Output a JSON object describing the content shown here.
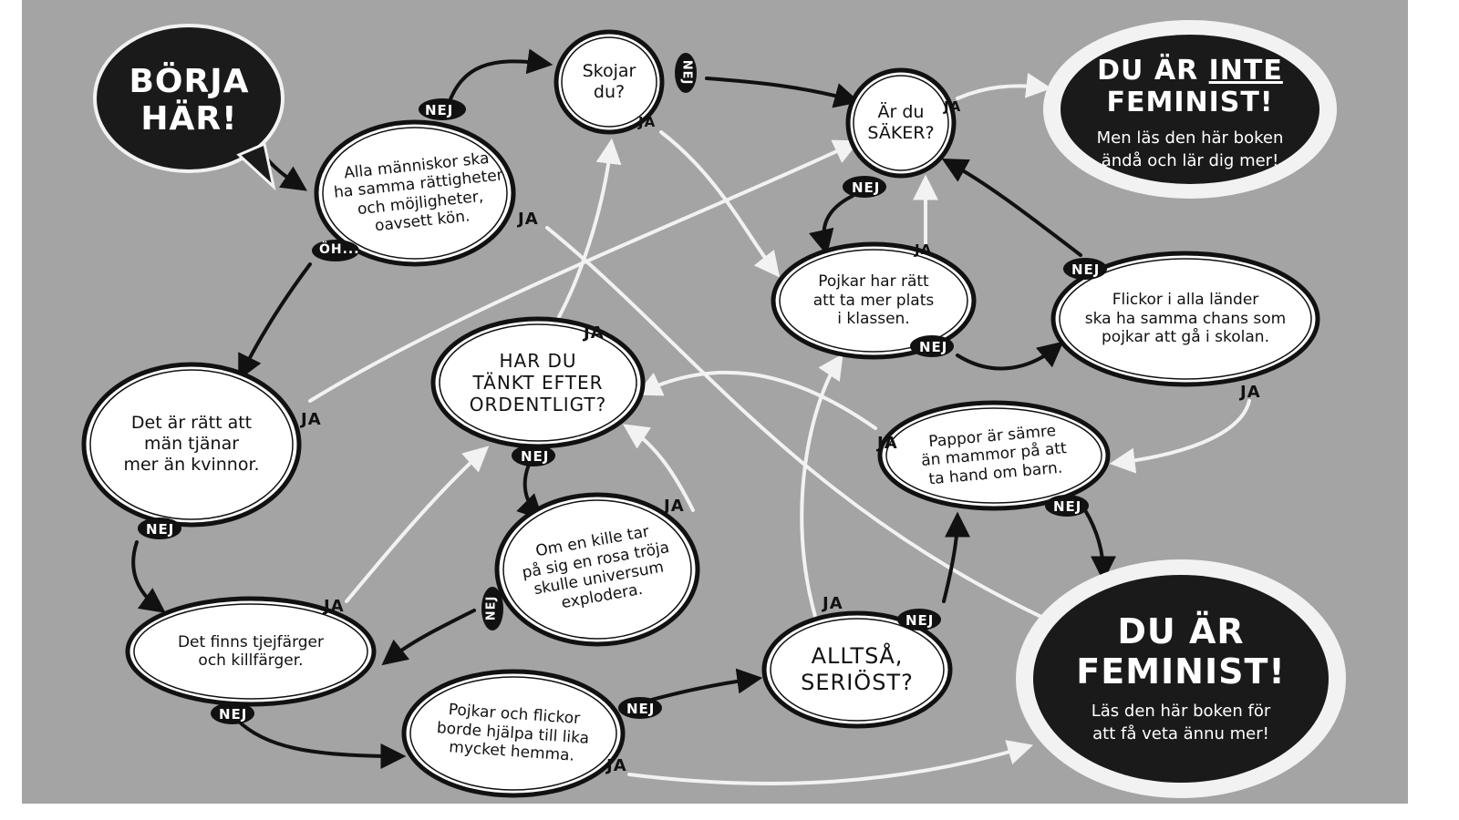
{
  "colors": {
    "background": "#a4a4a4",
    "bubble_fill": "#ffffff",
    "bubble_outline": "#111111",
    "dark_fill": "#1a1a1a",
    "arrow_dark": "#111111",
    "arrow_light": "#f2f2f2"
  },
  "nodes": {
    "start": "BÖRJA\nHÄR!",
    "q_rights": "Alla människor ska\nha samma rättigheter\noch möjligheter,\noavsett kön.",
    "q_joking": "Skojar\ndu?",
    "q_sure": "Är du\nSÄKER?",
    "not_feminist_title_pre": "DU ÄR ",
    "not_feminist_title_underlined": "INTE",
    "not_feminist_title_post": "FEMINIST!",
    "not_feminist_sub": "Men läs den här boken\nändå och lär dig mer!",
    "q_boys_space": "Pojkar har rätt\natt ta mer plats\ni klassen.",
    "q_girls_school": "Flickor i alla länder\nska ha samma chans som\npojkar att gå i skolan.",
    "q_thought": "HAR DU\nTÄNKT EFTER\nORDENTLIGT?",
    "q_wages": "Det är rätt att\nmän tjänar\nmer än kvinnor.",
    "q_dads": "Pappor är sämre\nän mammor på att\nta hand om barn.",
    "q_pink": "Om en kille tar\npå sig en rosa tröja\nskulle universum\nexplodera.",
    "q_colors": "Det finns tjejfärger\noch killfärger.",
    "q_seriously": "ALLTSÅ,\nSERIÖST?",
    "q_help_home": "Pojkar och flickor\nborde hjälpa till lika\nmycket hemma.",
    "feminist_title": "DU ÄR\nFEMINIST!",
    "feminist_sub": "Läs den här boken för\natt få veta ännu mer!"
  },
  "edge_labels": {
    "rights_nej": "NEJ",
    "rights_ja": "JA",
    "rights_oh": "ÖH...",
    "joking_nej": "NEJ",
    "joking_ja": "JA",
    "sure_ja": "JA",
    "sure_nej": "NEJ",
    "boys_space_ja": "JA",
    "boys_space_nej": "NEJ",
    "girls_school_nej": "NEJ",
    "girls_school_ja": "JA",
    "thought_ja": "JA",
    "thought_nej": "NEJ",
    "wages_ja": "JA",
    "wages_nej": "NEJ",
    "dads_ja": "JA",
    "dads_nej": "NEJ",
    "pink_ja": "JA",
    "pink_nej": "NEJ",
    "colors_ja": "JA",
    "colors_nej": "NEJ",
    "seriously_ja": "JA",
    "seriously_nej": "NEJ",
    "help_nej": "NEJ",
    "help_ja": "JA"
  }
}
